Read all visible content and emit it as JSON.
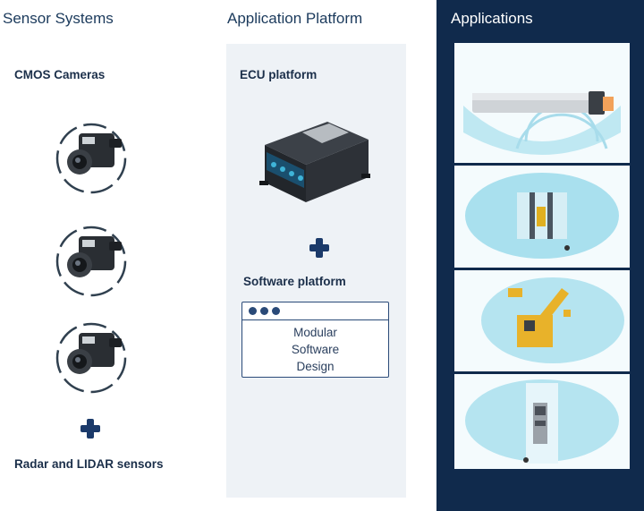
{
  "columns": {
    "sensor_systems": {
      "title": "Sensor Systems",
      "subheading": "CMOS Cameras",
      "footer_label": "Radar and LIDAR sensors"
    },
    "application_platform": {
      "title": "Application Platform",
      "ecu_label": "ECU platform",
      "software_label": "Software platform",
      "software_box_lines": [
        "Modular",
        "Software",
        "Design"
      ]
    },
    "applications": {
      "title": "Applications"
    }
  },
  "colors": {
    "navy": "#102a4c",
    "accent": "#1b3a6a",
    "panel_gray": "#eef2f6",
    "scene_cyan": "#9fdcec"
  },
  "icons": [
    "plus-icon",
    "window-dots-icon"
  ]
}
